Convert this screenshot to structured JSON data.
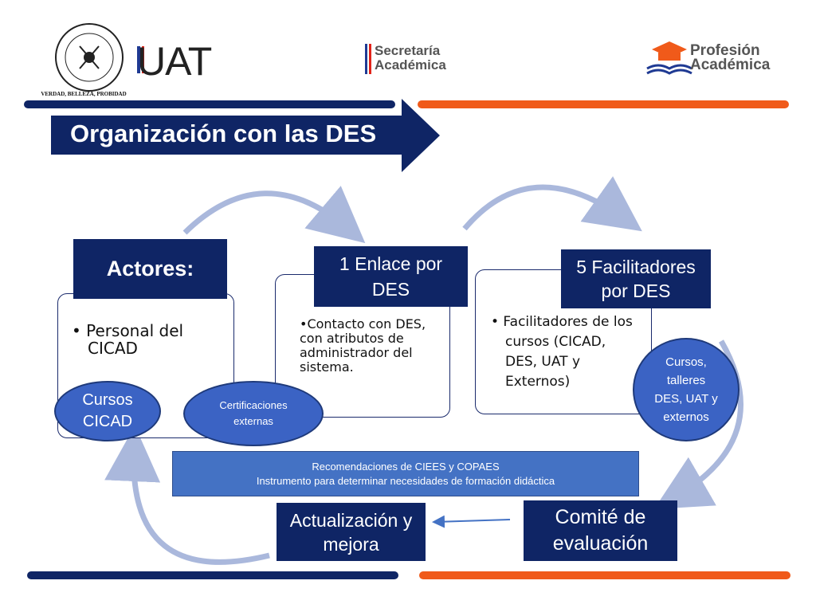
{
  "header": {
    "uat_logo_text": "UAT",
    "seal_motto": "VERDAD, BELLEZA, PROBIDAD",
    "secretaria_line1": "Secretaría",
    "secretaria_line2": "Académica",
    "profesion_line1": "Profesión",
    "profesion_line2": "Académica"
  },
  "title": "Organización con las DES",
  "panels": {
    "actores": {
      "label": "Actores:",
      "bullet": "•  Personal del CICAD"
    },
    "enlace": {
      "label": "1 Enlace por DES",
      "bullet": "•Contacto con DES, con atributos de administrador del sistema."
    },
    "facilitadores": {
      "label": "5 Facilitadores por DES",
      "bullet": "•  Facilitadores de los cursos (CICAD, DES, UAT y Externos)"
    }
  },
  "ovals": {
    "cursos_cicad": "Cursos CICAD",
    "certificaciones": "Certificaciones externas",
    "cursos_talleres": "Cursos, talleres DES, UAT y externos"
  },
  "recommendations": {
    "line1": "Recomendaciones de CIEES y COPAES",
    "line2": "Instrumento para determinar necesidades de formación didáctica"
  },
  "boxes": {
    "actualizacion": "Actualización y mejora",
    "comite": "Comité de evaluación"
  },
  "colors": {
    "navy": "#0f2565",
    "orange": "#f05a1a",
    "oval_blue": "#3b63c4",
    "bar_blue": "#4472c4",
    "arrow_light": "#aab8dc"
  }
}
